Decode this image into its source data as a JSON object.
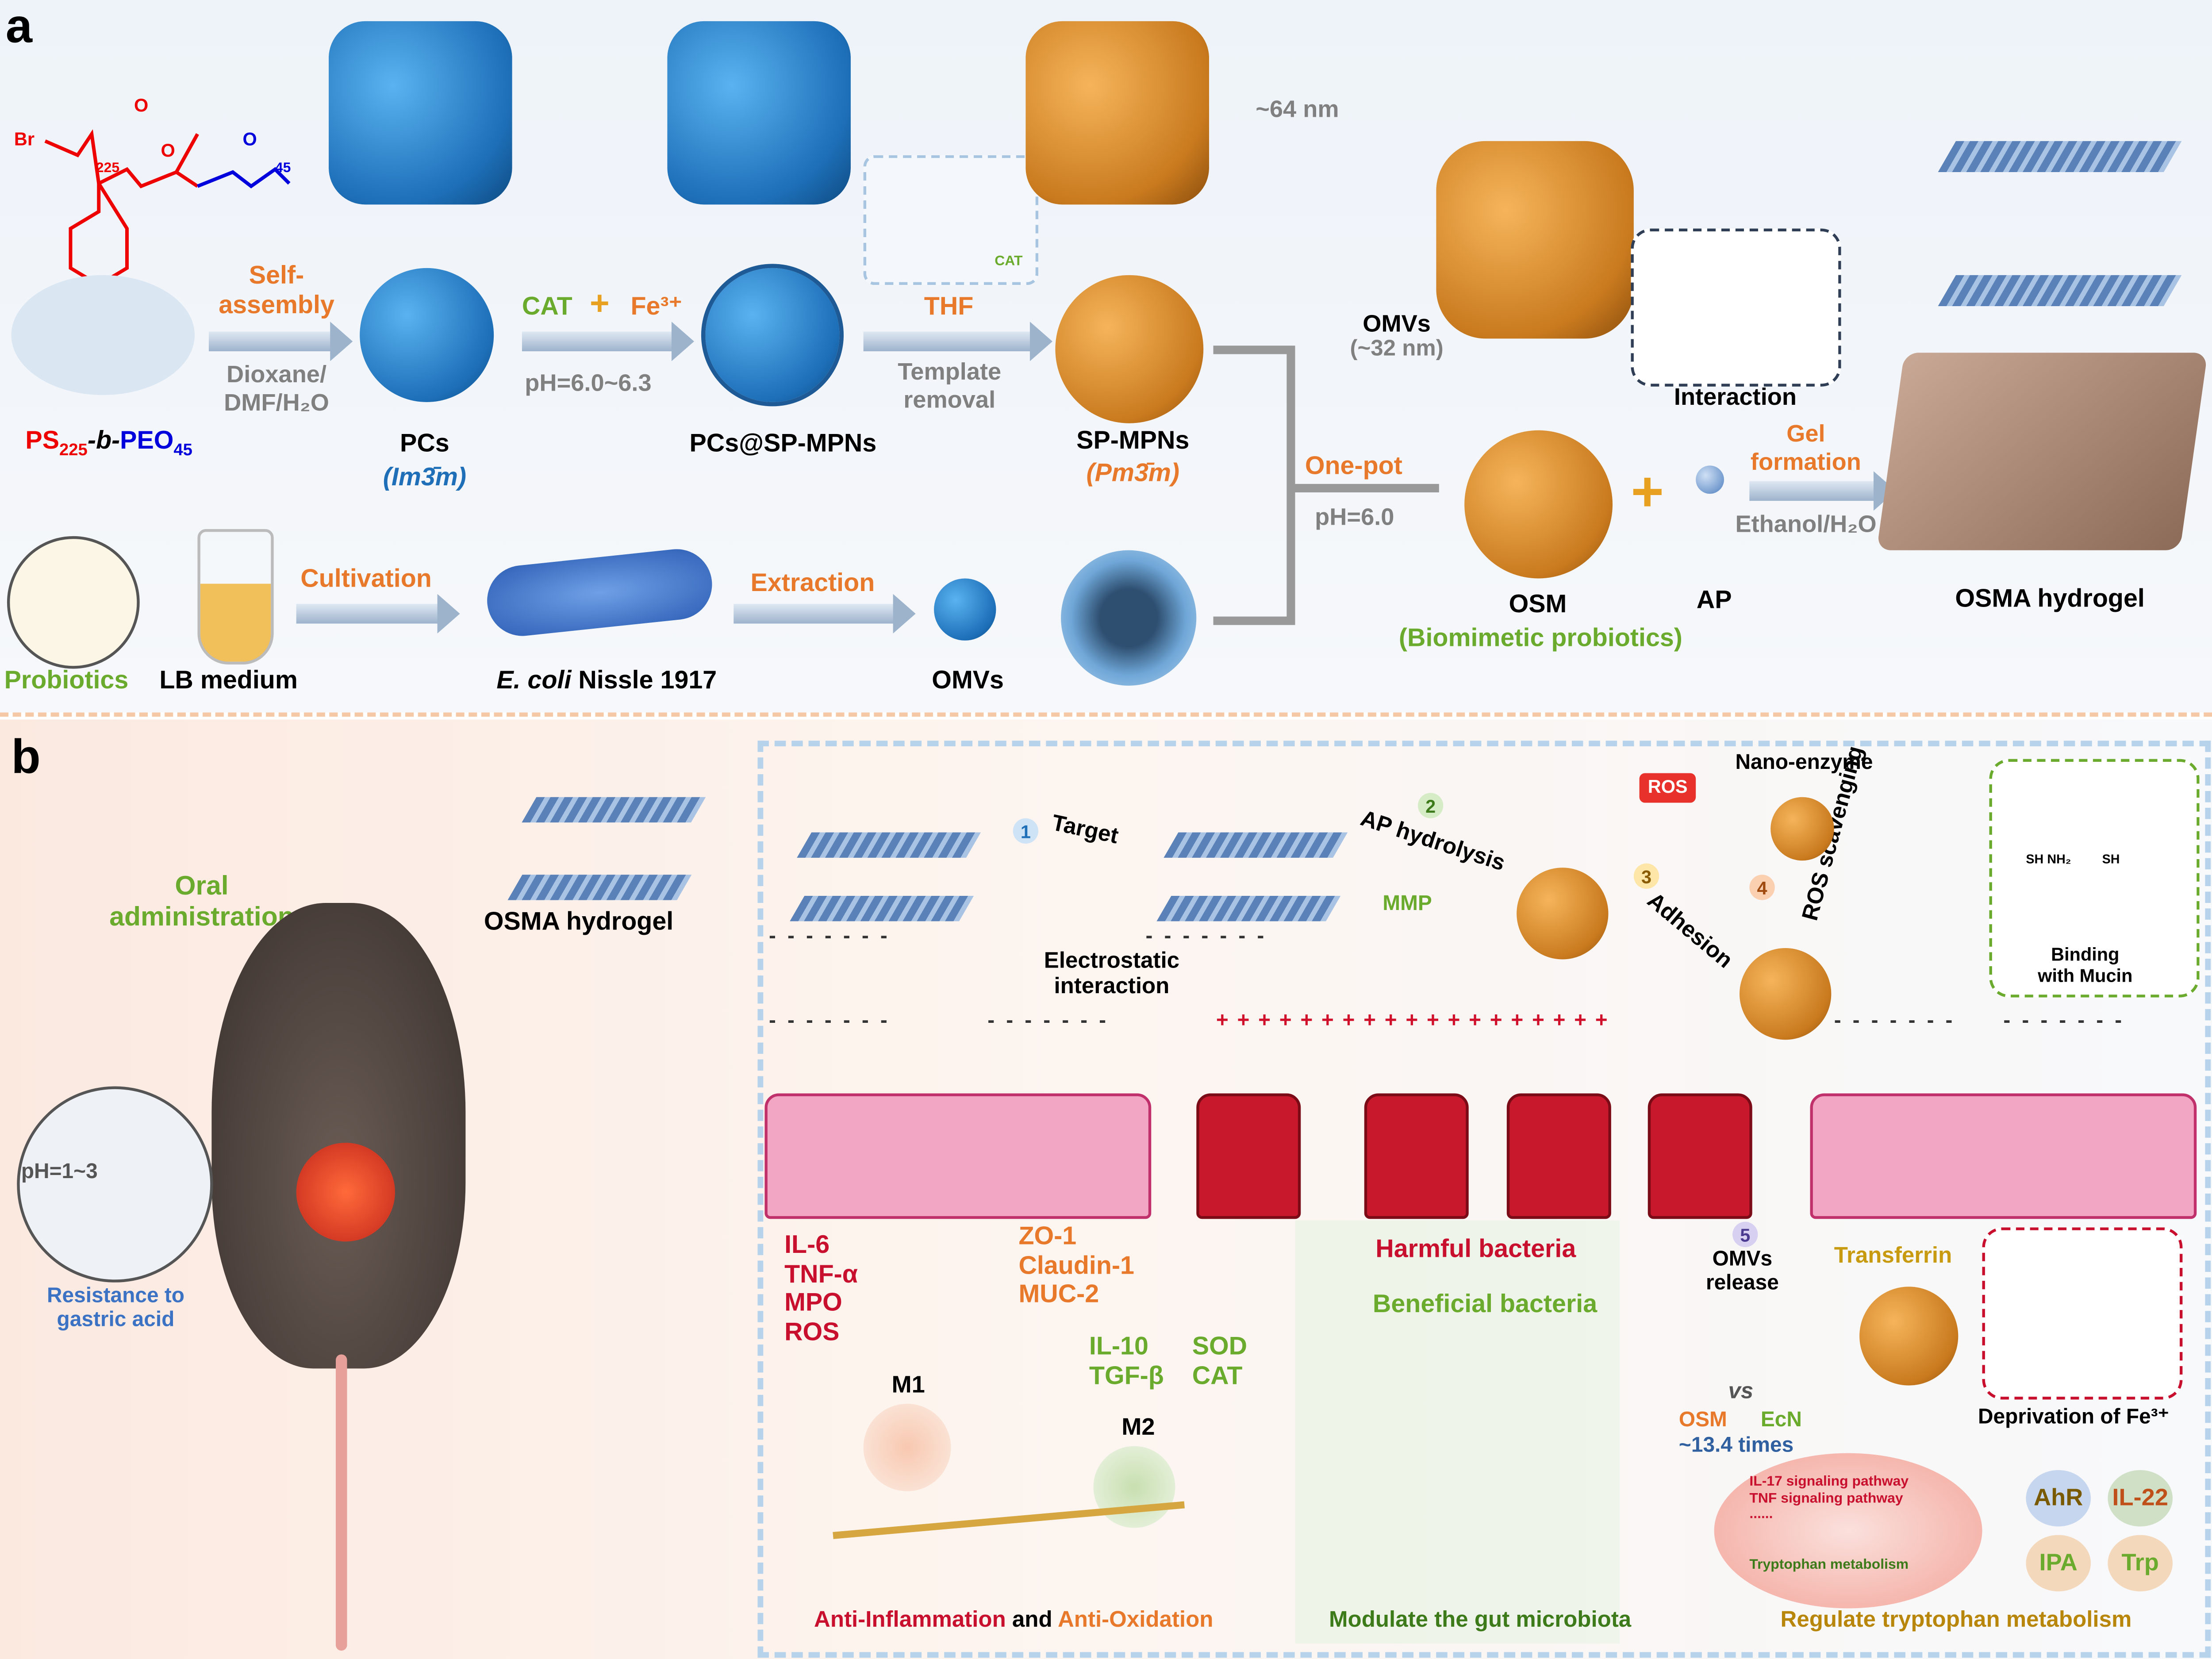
{
  "panel_a": {
    "label": "a",
    "polymer": {
      "br": "Br",
      "n1": "225",
      "o1": "O",
      "o2": "O",
      "o3": "O",
      "n2": "45",
      "name_ps": "PS",
      "name_ps_sub": "225",
      "name_b": "-b-",
      "name_peo": "PEO",
      "name_peo_sub": "45"
    },
    "step1": {
      "top1": "Self-",
      "top2": "assembly",
      "bottom1": "Dioxane/",
      "bottom2": "DMF/H₂O"
    },
    "pcs": {
      "name": "PCs",
      "phase": "(Im3̄m)"
    },
    "step2": {
      "cat": "CAT",
      "plus": "+",
      "fe": "Fe³⁺",
      "cond": "pH=6.0~6.3"
    },
    "pcs_mpn": {
      "name": "PCs@SP-MPNs",
      "inset_cat": "CAT"
    },
    "step3": {
      "top": "THF",
      "bottom1": "Template",
      "bottom2": "removal"
    },
    "spmpn": {
      "name": "SP-MPNs",
      "phase": "(Pm3̄m)",
      "size": "~64 nm"
    },
    "onepot": {
      "top": "One-pot",
      "bottom": "pH=6.0"
    },
    "omvs_label": "OMVs",
    "omvs_size": "(~32 nm)",
    "interaction": "Interaction",
    "osm": {
      "name": "OSM",
      "sub": "(Biomimetic probiotics)"
    },
    "ap": "AP",
    "gel": {
      "top1": "Gel",
      "top2": "formation",
      "bottom": "Ethanol/H₂O"
    },
    "hydrogel": "OSMA hydrogel",
    "probiotics": "Probiotics",
    "lb": "LB medium",
    "cultivation": "Cultivation",
    "ecoli_italic": "E. coli",
    "ecoli_rest": " Nissle 1917",
    "extraction": "Extraction",
    "omvs": "OMVs"
  },
  "panel_b": {
    "label": "b",
    "oral1": "Oral",
    "oral2": "administration",
    "hydrogel": "OSMA hydrogel",
    "stomach_ph": "pH=1~3",
    "resist1": "Resistance to",
    "resist2": "gastric acid",
    "steps": [
      {
        "n": "1",
        "label": "Target"
      },
      {
        "n": "2",
        "label": "AP hydrolysis"
      },
      {
        "n": "3",
        "label": "Adhesion"
      },
      {
        "n": "4",
        "label": "ROS scavenging"
      },
      {
        "n": "5",
        "label1": "OMVs",
        "label2": "release"
      }
    ],
    "mmp": "MMP",
    "electro1": "Electrostatic",
    "electro2": "interaction",
    "ros": "ROS",
    "nanoenzyme": "Nano-enzyme",
    "mucin1": "Binding",
    "mucin2": "with Mucin",
    "sh": "SH",
    "nh2": "NH₂",
    "neg": "- - - - - - -",
    "pos": "+ + + + + + + + + + + + + + + + + + +",
    "inflam": [
      "IL-6",
      "TNF-α",
      "MPO",
      "ROS"
    ],
    "barrier": [
      "ZO-1",
      "Claudin-1",
      "MUC-2"
    ],
    "anti": [
      "IL-10",
      "TGF-β"
    ],
    "enz": [
      "SOD",
      "CAT"
    ],
    "m1": "M1",
    "m2": "M2",
    "bottom_left_a": "Anti-Inflammation",
    "bottom_left_and": " and ",
    "bottom_left_b": "Anti-Oxidation",
    "harmful": "Harmful bacteria",
    "beneficial": "Beneficial bacteria",
    "microbiota": "Modulate the gut microbiota",
    "transferrin": "Transferrin",
    "deprivation": "Deprivation of Fe³⁺",
    "osm": "OSM",
    "vs": "vs",
    "ecn": "EcN",
    "times": "~13.4 times",
    "pathways": [
      "IL-17 signaling pathway",
      "TNF signaling pathway",
      "......"
    ],
    "trp_metab": "Tryptophan metabolism",
    "chips": [
      "AhR",
      "IL-22",
      "IPA",
      "Trp"
    ],
    "regulate": "Regulate tryptophan metabolism"
  },
  "colors": {
    "orange": "#e8782a",
    "gray": "#808080",
    "blue": "#1f6fb8",
    "green": "#6aaa2c",
    "red": "#c8102e",
    "gold": "#b8860b"
  }
}
